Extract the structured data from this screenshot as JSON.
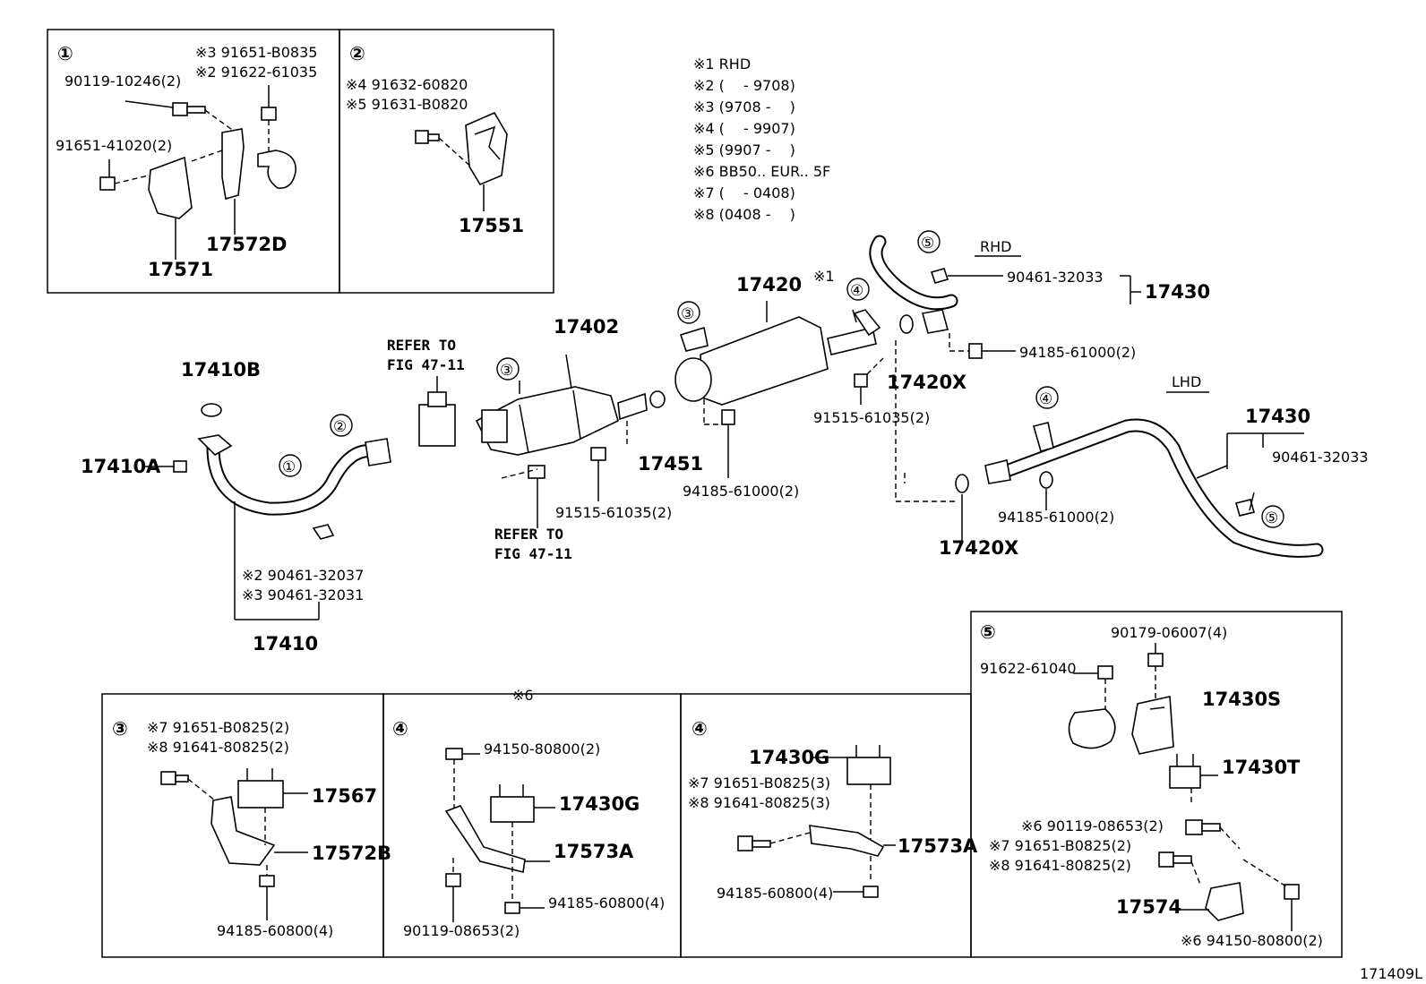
{
  "notes": [
    "※1 RHD",
    "※2 (　 - 9708)",
    "※3 (9708 - 　)",
    "※4 (　 - 9907)",
    "※5 (9907 - 　)",
    "※6 BB50.. EUR.. 5F",
    "※7 (　 - 0408)",
    "※8 (0408 - 　)"
  ],
  "box1": {
    "num": "①",
    "p1": "※3 91651-B0835",
    "p2": "※2 91622-61035",
    "p3": "90119-10246(2)",
    "p4": "91651-41020(2)",
    "p5": "17572D",
    "p6": "17571"
  },
  "box2": {
    "num": "②",
    "p1": "※4 91632-60820",
    "p2": "※5 91631-B0820",
    "p3": "17551"
  },
  "main": {
    "c1": "①",
    "c2": "②",
    "c3a": "③",
    "c3b": "③",
    "c4a": "④",
    "c4b": "④",
    "c5a": "⑤",
    "c5b": "⑤",
    "p17410B": "17410B",
    "p17410A": "17410A",
    "p17410": "17410",
    "p90461_37": "※2 90461-32037",
    "p90461_31": "※3 90461-32031",
    "refer1a": "REFER TO",
    "refer1b": "FIG 47-11",
    "refer2a": "REFER TO",
    "refer2b": "FIG 47-11",
    "p17402": "17402",
    "p17451": "17451",
    "p91515a": "91515-61035(2)",
    "p17420": "17420",
    "star1": "※1",
    "p94185a": "94185-61000(2)",
    "p91515b": "91515-61035(2)",
    "p17420Xa": "17420X",
    "p17420Xb": "17420X",
    "rhd": "RHD",
    "lhd": "LHD",
    "p90461a": "90461-32033",
    "p17430a": "17430",
    "p94185b": "94185-61000(2)",
    "p17430b": "17430",
    "p90461b": "90461-32033",
    "p94185c": "94185-61000(2)"
  },
  "star6": "※6",
  "box3": {
    "num": "③",
    "p1": "※7 91651-B0825(2)",
    "p2": "※8 91641-80825(2)",
    "p3": "17567",
    "p4": "17572B",
    "p5": "94185-60800(4)"
  },
  "box4a": {
    "num": "④",
    "p1": "94150-80800(2)",
    "p2": "17430G",
    "p3": "17573A",
    "p4": "94185-60800(4)",
    "p5": "90119-08653(2)"
  },
  "box4b": {
    "num": "④",
    "p1": "17430G",
    "p2": "※7 91651-B0825(3)",
    "p3": "※8 91641-80825(3)",
    "p4": "17573A",
    "p5": "94185-60800(4)"
  },
  "box5": {
    "num": "⑤",
    "p1": "90179-06007(4)",
    "p2": "91622-61040",
    "p3": "17430S",
    "p4": "17430T",
    "p5": "※6 90119-08653(2)",
    "p6": "※7 91651-B0825(2)",
    "p7": "※8 91641-80825(2)",
    "p8": "17574",
    "p9": "※6 94150-80800(2)"
  },
  "fig_id": "171409L"
}
